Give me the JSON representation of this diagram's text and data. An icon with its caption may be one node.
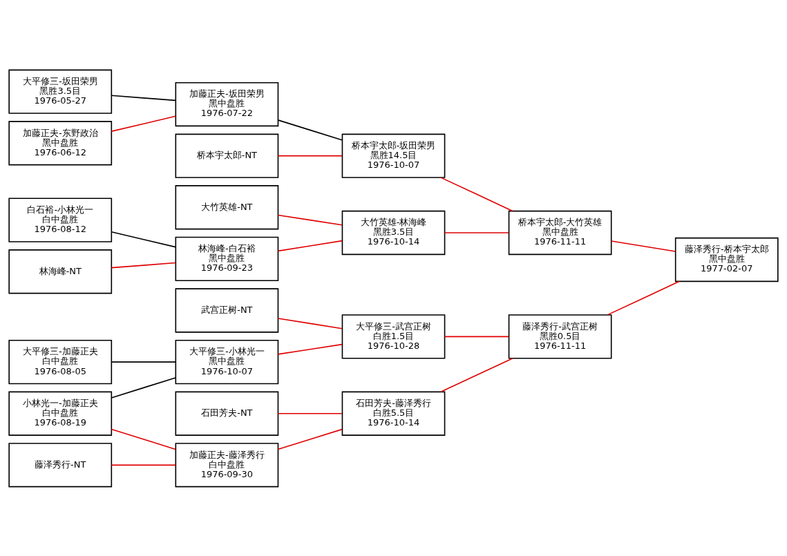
{
  "diagram": {
    "nodes": [
      {
        "text": [
          "藤泽秀行-NT"
        ]
      },
      {
        "text": [
          "小林光一-加藤正夫",
          "白中盘胜",
          "1976-08-19"
        ]
      },
      {
        "text": [
          "大平修三-加藤正夫",
          "白中盘胜",
          "1976-08-05"
        ]
      },
      {
        "text": [
          "加藤正夫-东野政治",
          "黑中盘胜",
          "1976-06-12"
        ]
      },
      {
        "text": [
          "大平修三-坂田荣男",
          "黑胜3.5目",
          "1976-05-27"
        ]
      },
      {
        "text": [
          "林海峰-NT"
        ]
      },
      {
        "text": [
          "白石裕-小林光一",
          "白中盘胜",
          "1976-08-12"
        ]
      },
      {
        "text": [
          "加藤正夫-藤泽秀行",
          "白中盘胜",
          "1976-09-30"
        ]
      },
      {
        "text": [
          "石田芳夫-NT"
        ]
      },
      {
        "text": [
          "武宫正树-NT"
        ]
      },
      {
        "text": [
          "大平修三-小林光一",
          "黑中盘胜",
          "1976-10-07"
        ]
      },
      {
        "text": [
          "桥本宇太郎-NT"
        ]
      },
      {
        "text": [
          "加藤正夫-坂田荣男",
          "黑中盘胜",
          "1976-07-22"
        ]
      },
      {
        "text": [
          "大竹英雄-NT"
        ]
      },
      {
        "text": [
          "林海峰-白石裕",
          "黑中盘胜",
          "1976-09-23"
        ]
      },
      {
        "text": [
          "石田芳夫-藤泽秀行",
          "白胜5.5目",
          "1976-10-14"
        ]
      },
      {
        "text": [
          "大平修三-武宫正树",
          "白胜1.5目",
          "1976-10-28"
        ]
      },
      {
        "text": [
          "桥本宇太郎-坂田荣男",
          "黑胜14.5目",
          "1976-10-07"
        ]
      },
      {
        "text": [
          "大竹英雄-林海峰",
          "黑胜3.5目",
          "1976-10-14"
        ]
      },
      {
        "text": [
          "藤泽秀行-武宫正树",
          "黑胜0.5目",
          "1976-11-11"
        ]
      },
      {
        "text": [
          "桥本宇太郎-大竹英雄",
          "黑中盘胜",
          "1976-11-11"
        ]
      },
      {
        "text": [
          "藤泽秀行-桥本宇太郎",
          "黑中盘胜",
          "1977-02-07"
        ]
      }
    ],
    "edges": [
      {
        "from": 0,
        "to": 7,
        "arrow": "none"
      },
      {
        "from": 1,
        "to": 7,
        "arrow": "none"
      },
      {
        "from": 1,
        "to": 10,
        "arrow": "none",
        "color": "#000000"
      },
      {
        "from": 2,
        "to": 10,
        "arrow": "none",
        "color": "#000000"
      },
      {
        "from": 3,
        "to": 12,
        "arrow": "none"
      },
      {
        "from": 4,
        "to": 12,
        "arrow": "none",
        "color": "#000000"
      },
      {
        "from": 5,
        "to": 14,
        "arrow": "none"
      },
      {
        "from": 6,
        "to": 14,
        "arrow": "none",
        "color": "#000000"
      },
      {
        "from": 7,
        "to": 15,
        "arrow": "none"
      },
      {
        "from": 8,
        "to": 15,
        "arrow": "none"
      },
      {
        "from": 9,
        "to": 16,
        "arrow": "none"
      },
      {
        "from": 10,
        "to": 16,
        "arrow": "none"
      },
      {
        "from": 11,
        "to": 17,
        "arrow": "none"
      },
      {
        "from": 12,
        "to": 17,
        "arrow": "none",
        "color": "#000000"
      },
      {
        "from": 13,
        "to": 18,
        "arrow": "none"
      },
      {
        "from": 14,
        "to": 18,
        "arrow": "none"
      },
      {
        "from": 15,
        "to": 19,
        "arrow": "none"
      },
      {
        "from": 16,
        "to": 19,
        "arrow": "none"
      },
      {
        "from": 17,
        "to": 20,
        "arrow": "none"
      },
      {
        "from": 18,
        "to": 20,
        "arrow": "none"
      },
      {
        "from": 19,
        "to": 21,
        "arrow": "none"
      },
      {
        "from": 20,
        "to": 21,
        "arrow": "none"
      }
    ]
  }
}
